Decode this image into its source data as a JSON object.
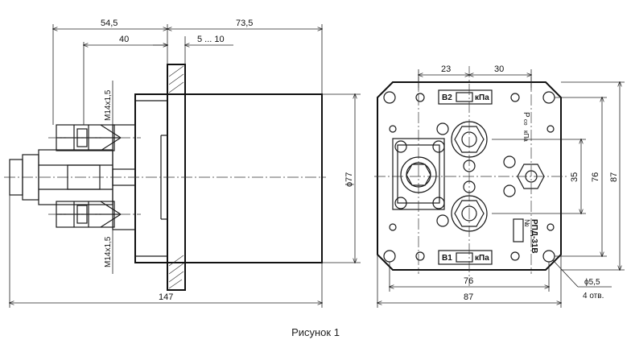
{
  "caption": "Рисунок 1",
  "side_view": {
    "dims": {
      "d545": "54,5",
      "d735": "73,5",
      "d40": "40",
      "d510": "5 ... 10",
      "d147": "147",
      "phi77": "ϕ77",
      "thread_top": "M14x1,5",
      "thread_bottom": "M14x1,5"
    }
  },
  "front_view": {
    "dims": {
      "d23": "23",
      "d30": "30",
      "d35": "35",
      "d76v": "76",
      "d87v": "87",
      "d76h": "76",
      "d87h": "87",
      "hole_dia": "ϕ5,5",
      "hole_count": "4 отв."
    },
    "label_b2": "В2",
    "label_b1": "В1",
    "unit": "кПа",
    "p_label": "P",
    "p_sub": "со",
    "kpa_small": "кПа",
    "model": "РПД-31В",
    "number_sign": "№"
  }
}
